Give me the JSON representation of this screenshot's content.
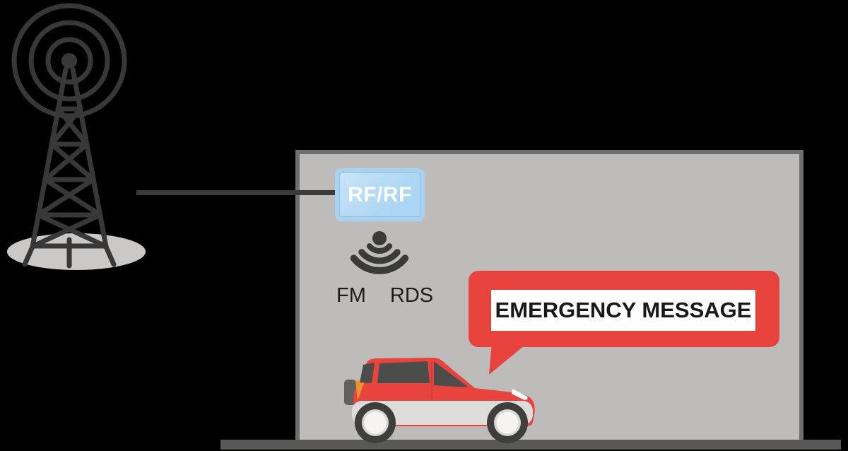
{
  "diagram": {
    "description": "FM RDS emergency message broadcast from radio tower, re-transmitted by an RF/RF repeater inside a tunnel to a car radio",
    "receiver_box": {
      "label": "RF/RF"
    },
    "radio_labels": {
      "fm": "FM",
      "rds": "RDS"
    },
    "message": {
      "text": "EMERGENCY MESSAGE"
    },
    "icons": {
      "tower": "radio-broadcast-tower-icon",
      "signal": "broadcast-signal-icon",
      "bubble": "speech-bubble",
      "car": "car-illustration"
    },
    "colors": {
      "background": "#000000",
      "tower": "#383838",
      "tower_shadow": "#cac9c7",
      "building_fill": "#bebcba",
      "building_border": "#6f6f6f",
      "feed_line": "#3a3a3a",
      "rf_box_fill": "#a9d2ef",
      "rf_box_inner_border": "#8cc0e6",
      "rf_text": "#fdfeff",
      "signal_icon": "#3a3a38",
      "label_text": "#1d1d1b",
      "bubble_red": "#e8423c",
      "message_bg": "#ffffff",
      "message_text": "#191919",
      "car_red": "#e8433c",
      "car_window": "#4c4c4a",
      "car_trim": "#dddcda",
      "taillight_orange": "#ef9330",
      "road": "#585856"
    }
  }
}
